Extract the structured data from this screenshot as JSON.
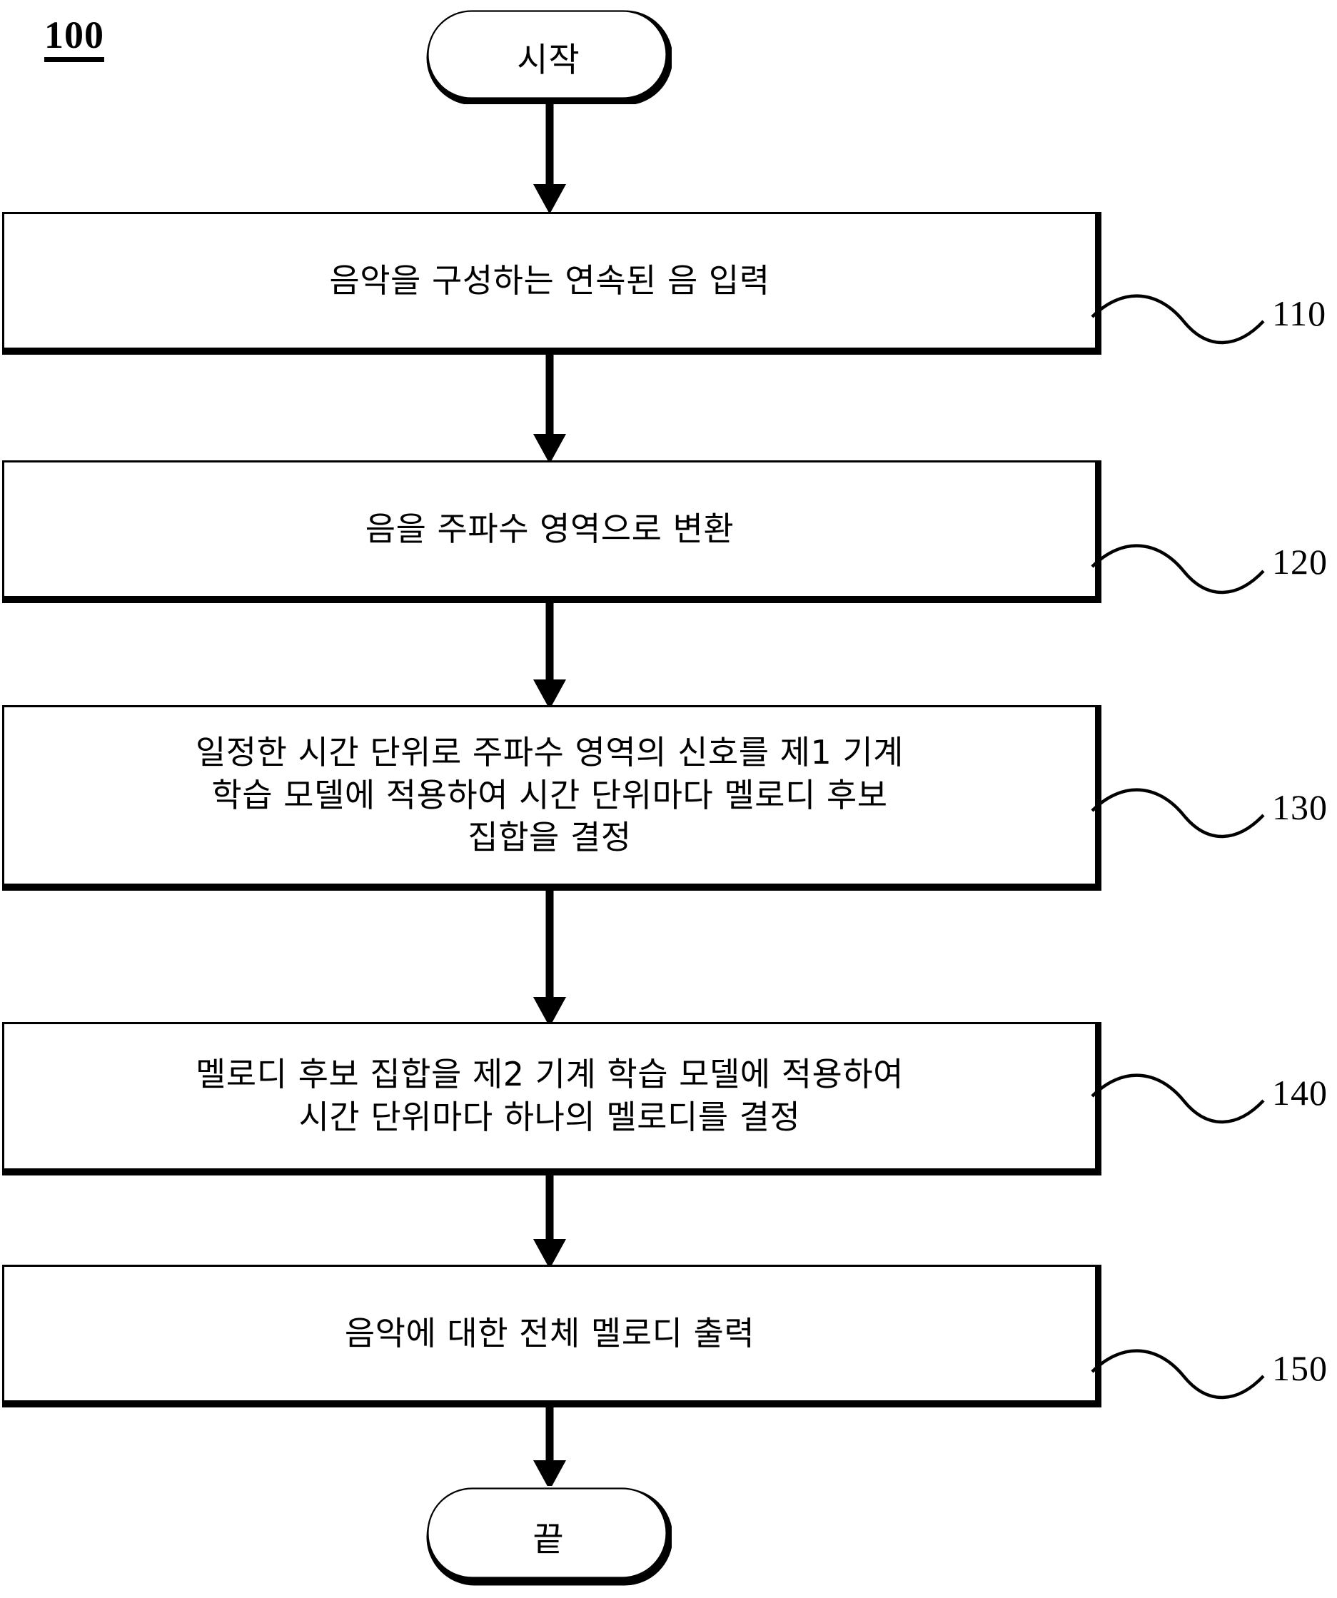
{
  "figure": {
    "number": "100"
  },
  "nodes": {
    "start": {
      "label": "시작",
      "shape": "terminator"
    },
    "end": {
      "label": "끝",
      "shape": "terminator"
    },
    "step110": {
      "label": "음악을 구성하는 연속된  음 입력",
      "ref": "110",
      "shape": "process"
    },
    "step120": {
      "label": "음을 주파수 영역으로 변환",
      "ref": "120",
      "shape": "process"
    },
    "step130": {
      "label": "일정한 시간 단위로 주파수 영역의 신호를 제1 기계\n학습 모델에 적용하여 시간 단위마다 멜로디 후보\n집합을 결정",
      "ref": "130",
      "shape": "process"
    },
    "step140": {
      "label": "멜로디 후보 집합을 제2 기계 학습 모델에 적용하여\n시간 단위마다 하나의 멜로디를 결정",
      "ref": "140",
      "shape": "process"
    },
    "step150": {
      "label": "음악에 대한 전체 멜로디 출력",
      "ref": "150",
      "shape": "process"
    }
  },
  "colors": {
    "stroke": "#000000",
    "background": "#ffffff"
  }
}
